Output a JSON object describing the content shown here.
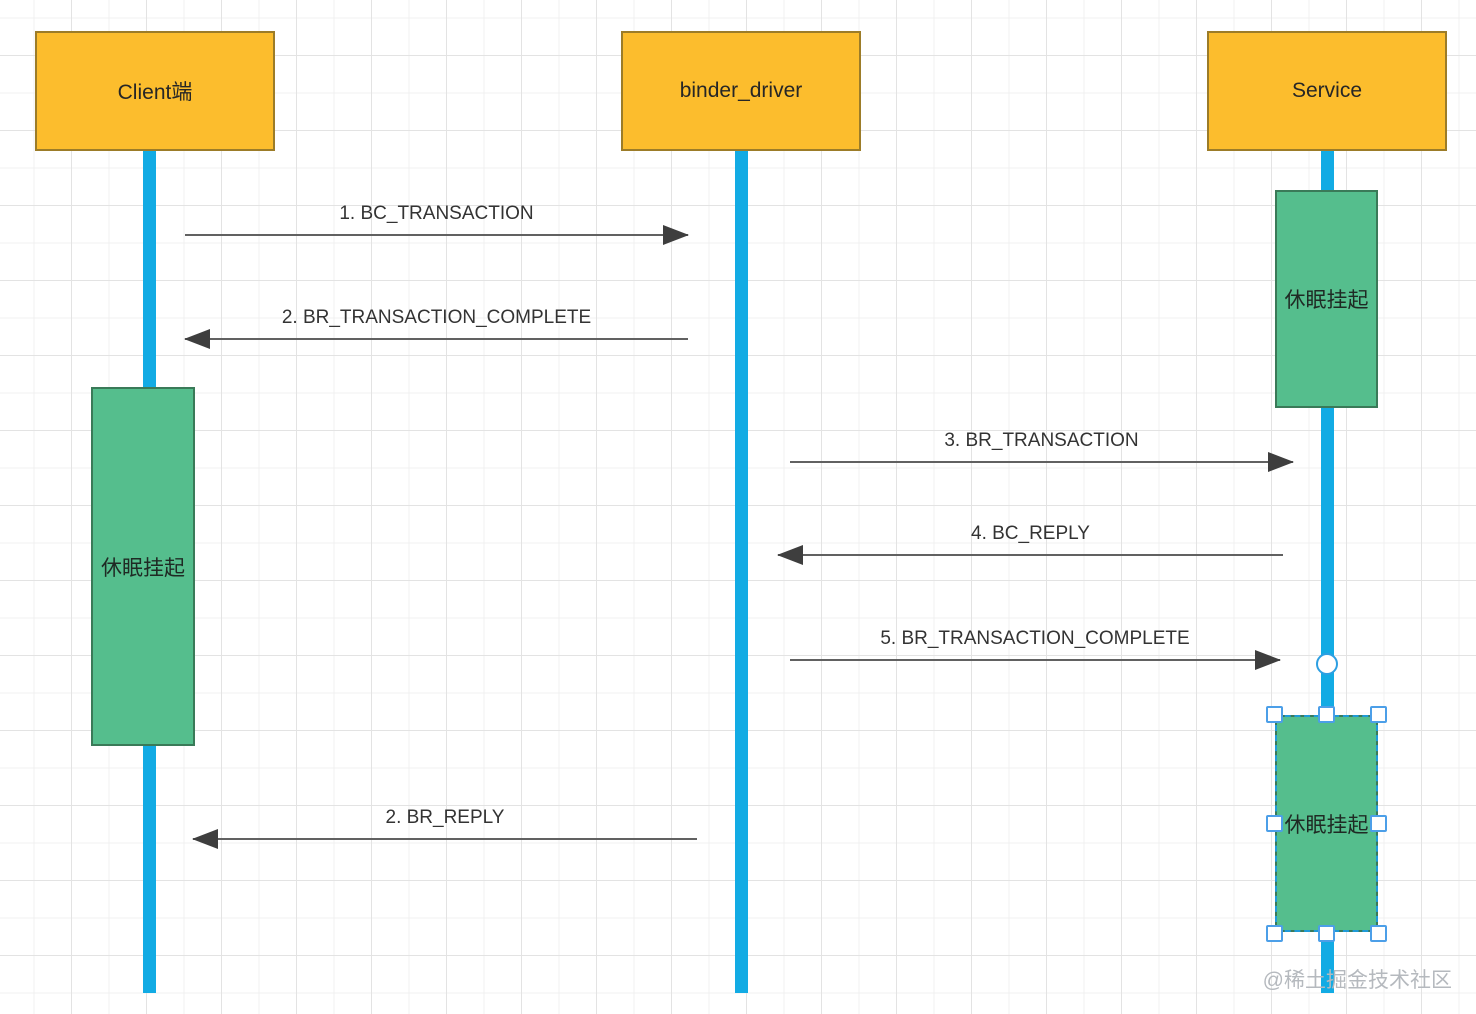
{
  "actors": [
    {
      "id": "client",
      "label": "Client端"
    },
    {
      "id": "binder_driver",
      "label": "binder_driver"
    },
    {
      "id": "service",
      "label": "Service"
    }
  ],
  "activations": [
    {
      "id": "client-sleep",
      "lifeline": "client",
      "label": "休眠挂起",
      "selected": false
    },
    {
      "id": "service-sleep-1",
      "lifeline": "service",
      "label": "休眠挂起",
      "selected": false
    },
    {
      "id": "service-sleep-2",
      "lifeline": "service",
      "label": "休眠挂起",
      "selected": true
    }
  ],
  "messages": [
    {
      "label": "1. BC_TRANSACTION",
      "from": "client",
      "to": "binder_driver",
      "direction": "right"
    },
    {
      "label": "2. BR_TRANSACTION_COMPLETE",
      "from": "binder_driver",
      "to": "client",
      "direction": "left"
    },
    {
      "label": "3. BR_TRANSACTION",
      "from": "binder_driver",
      "to": "service",
      "direction": "right"
    },
    {
      "label": "4. BC_REPLY",
      "from": "service",
      "to": "binder_driver",
      "direction": "left"
    },
    {
      "label": "5. BR_TRANSACTION_COMPLETE",
      "from": "binder_driver",
      "to": "service",
      "direction": "right"
    },
    {
      "label": "2. BR_REPLY",
      "from": "binder_driver",
      "to": "client",
      "direction": "left"
    }
  ],
  "watermark": "@稀土掘金技术社区",
  "colors": {
    "actor_fill": "#FCBD2D",
    "actor_border": "#9C7C28",
    "lifeline": "#12ABE4",
    "activation_fill": "#55BE8D",
    "activation_border": "#3A7A58",
    "arrow_line": "#616161",
    "arrowhead": "#3E3E3E",
    "selection_accent": "#2E9FE0",
    "watermark_text": "#B5B9BE"
  }
}
